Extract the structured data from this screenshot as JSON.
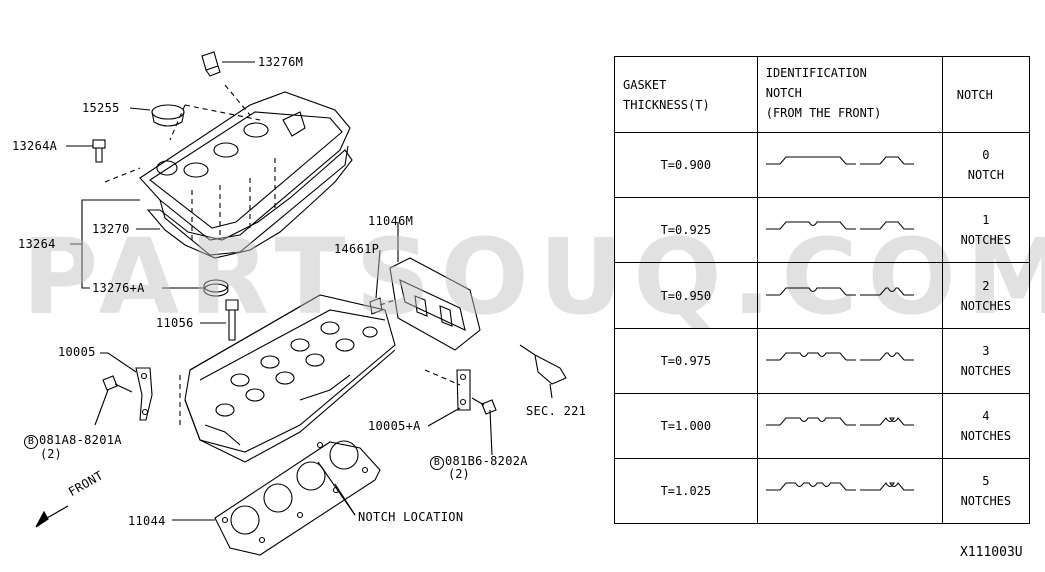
{
  "callouts": {
    "p13276m": "13276M",
    "p15255": "15255",
    "p13264a": "13264A",
    "p13264": "13264",
    "p13270": "13270",
    "p13276a": "13276+A",
    "p11056": "11056",
    "p10005": "10005",
    "p081a8_code": "081A8-8201A",
    "p081a8_circle": "B",
    "p081a8_qty": "(2)",
    "p11046m": "11046M",
    "p14661p": "14661P",
    "p10005a": "10005+A",
    "p081b6_code": "081B6-8202A",
    "p081b6_circle": "B",
    "p081b6_qty": "(2)",
    "sec221": "SEC. 221",
    "p11044": "11044",
    "notch_location": "NOTCH LOCATION",
    "front": "FRONT"
  },
  "watermark": "PARTSOUQ.COM",
  "table": {
    "header": {
      "col1_line1": "GASKET",
      "col1_line2": "THICKNESS(T)",
      "col2_line1": "IDENTIFICATION",
      "col2_line2": "NOTCH",
      "col2_line3": "(FROM THE FRONT)",
      "col3": "NOTCH"
    },
    "rows": [
      {
        "thickness": "T=0.900",
        "count": "0",
        "unit": "NOTCH",
        "notches": 0
      },
      {
        "thickness": "T=0.925",
        "count": "1",
        "unit": "NOTCHES",
        "notches": 1
      },
      {
        "thickness": "T=0.950",
        "count": "2",
        "unit": "NOTCHES",
        "notches": 2
      },
      {
        "thickness": "T=0.975",
        "count": "3",
        "unit": "NOTCHES",
        "notches": 3
      },
      {
        "thickness": "T=1.000",
        "count": "4",
        "unit": "NOTCHES",
        "notches": 4
      },
      {
        "thickness": "T=1.025",
        "count": "5",
        "unit": "NOTCHES",
        "notches": 5
      }
    ]
  },
  "diagram_code": "X111003U"
}
